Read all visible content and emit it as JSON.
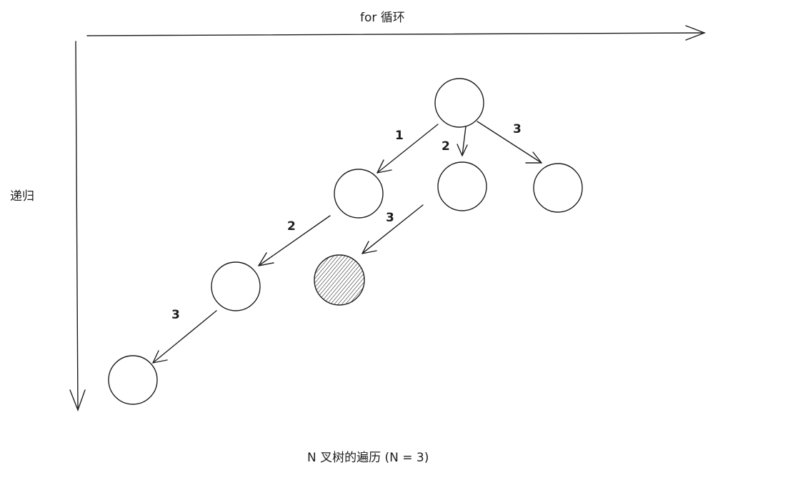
{
  "axes": {
    "horizontal_label": "for 循环",
    "vertical_label": "递归"
  },
  "caption": "N  叉树的遍历 (N = 3)",
  "edge_labels": {
    "root_to_a": "1",
    "root_to_b": "2",
    "root_to_c": "3",
    "a_to_d": "2",
    "b_to_visited": "3",
    "d_to_e": "3"
  },
  "colors": {
    "stroke": "#1e1e1e",
    "background": "#ffffff",
    "hatch": "#1e1e1e"
  }
}
